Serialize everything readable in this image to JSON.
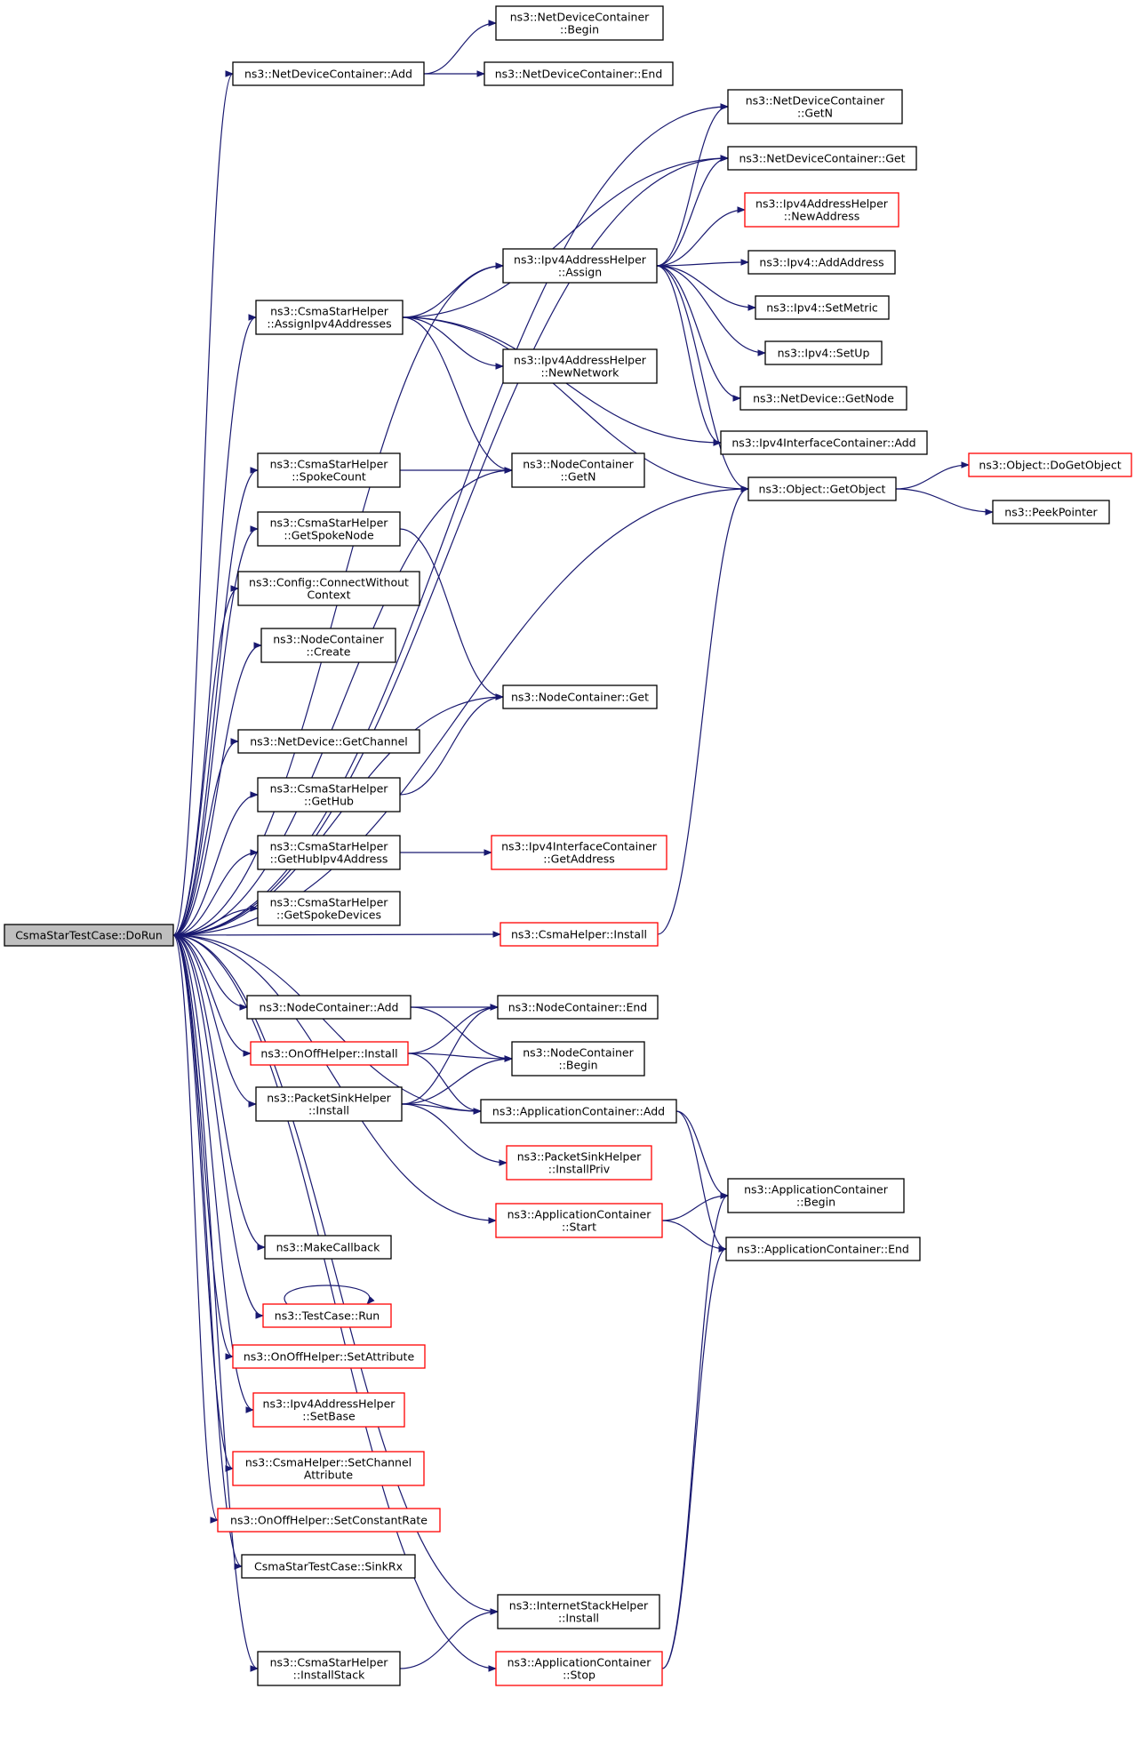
{
  "colors": {
    "edge": "#191970",
    "node_border_default": "#000000",
    "node_border_link": "#ff0000",
    "root_fill": "#bfbfbf",
    "node_fill": "#ffffff"
  },
  "nodes": [
    {
      "id": "root",
      "lines": [
        "CsmaStarTestCase::DoRun"
      ],
      "style": "root"
    },
    {
      "id": "ndc_add",
      "lines": [
        "ns3::NetDeviceContainer::Add"
      ],
      "style": "normal"
    },
    {
      "id": "ndc_begin",
      "lines": [
        "ns3::NetDeviceContainer",
        "::Begin"
      ],
      "style": "normal"
    },
    {
      "id": "ndc_end",
      "lines": [
        "ns3::NetDeviceContainer::End"
      ],
      "style": "normal"
    },
    {
      "id": "ndc_getn",
      "lines": [
        "ns3::NetDeviceContainer",
        "::GetN"
      ],
      "style": "normal"
    },
    {
      "id": "ndc_get",
      "lines": [
        "ns3::NetDeviceContainer::Get"
      ],
      "style": "normal"
    },
    {
      "id": "ipv4ah_newaddr",
      "lines": [
        "ns3::Ipv4AddressHelper",
        "::NewAddress"
      ],
      "style": "link"
    },
    {
      "id": "ipv4ah_assign",
      "lines": [
        "ns3::Ipv4AddressHelper",
        "::Assign"
      ],
      "style": "normal"
    },
    {
      "id": "ipv4_addaddr",
      "lines": [
        "ns3::Ipv4::AddAddress"
      ],
      "style": "normal"
    },
    {
      "id": "csh_assign",
      "lines": [
        "ns3::CsmaStarHelper",
        "::AssignIpv4Addresses"
      ],
      "style": "normal"
    },
    {
      "id": "ipv4_setmetric",
      "lines": [
        "ns3::Ipv4::SetMetric"
      ],
      "style": "normal"
    },
    {
      "id": "ipv4_setup",
      "lines": [
        "ns3::Ipv4::SetUp"
      ],
      "style": "normal"
    },
    {
      "id": "ipv4ah_newnet",
      "lines": [
        "ns3::Ipv4AddressHelper",
        "::NewNetwork"
      ],
      "style": "normal"
    },
    {
      "id": "nd_getnode",
      "lines": [
        "ns3::NetDevice::GetNode"
      ],
      "style": "normal"
    },
    {
      "id": "ipv4ic_add",
      "lines": [
        "ns3::Ipv4InterfaceContainer::Add"
      ],
      "style": "normal"
    },
    {
      "id": "nc_getn",
      "lines": [
        "ns3::NodeContainer",
        "::GetN"
      ],
      "style": "normal"
    },
    {
      "id": "csh_spokecount",
      "lines": [
        "ns3::CsmaStarHelper",
        "::SpokeCount"
      ],
      "style": "normal"
    },
    {
      "id": "obj_dogetobj",
      "lines": [
        "ns3::Object::DoGetObject"
      ],
      "style": "link"
    },
    {
      "id": "obj_getobj",
      "lines": [
        "ns3::Object::GetObject"
      ],
      "style": "normal"
    },
    {
      "id": "peekpointer",
      "lines": [
        "ns3::PeekPointer"
      ],
      "style": "normal"
    },
    {
      "id": "csh_getspokenode",
      "lines": [
        "ns3::CsmaStarHelper",
        "::GetSpokeNode"
      ],
      "style": "normal"
    },
    {
      "id": "cfg_connect",
      "lines": [
        "ns3::Config::ConnectWithout",
        "Context"
      ],
      "style": "normal"
    },
    {
      "id": "nc_create",
      "lines": [
        "ns3::NodeContainer",
        "::Create"
      ],
      "style": "normal"
    },
    {
      "id": "nc_get",
      "lines": [
        "ns3::NodeContainer::Get"
      ],
      "style": "normal"
    },
    {
      "id": "nd_getchannel",
      "lines": [
        "ns3::NetDevice::GetChannel"
      ],
      "style": "normal"
    },
    {
      "id": "csh_gethub",
      "lines": [
        "ns3::CsmaStarHelper",
        "::GetHub"
      ],
      "style": "normal"
    },
    {
      "id": "csh_gethubipv4",
      "lines": [
        "ns3::CsmaStarHelper",
        "::GetHubIpv4Address"
      ],
      "style": "normal"
    },
    {
      "id": "ipv4ic_getaddr",
      "lines": [
        "ns3::Ipv4InterfaceContainer",
        "::GetAddress"
      ],
      "style": "link"
    },
    {
      "id": "csh_getspokedev",
      "lines": [
        "ns3::CsmaStarHelper",
        "::GetSpokeDevices"
      ],
      "style": "normal"
    },
    {
      "id": "csmah_install",
      "lines": [
        "ns3::CsmaHelper::Install"
      ],
      "style": "link"
    },
    {
      "id": "nc_add",
      "lines": [
        "ns3::NodeContainer::Add"
      ],
      "style": "normal"
    },
    {
      "id": "nc_end",
      "lines": [
        "ns3::NodeContainer::End"
      ],
      "style": "normal"
    },
    {
      "id": "onoff_install",
      "lines": [
        "ns3::OnOffHelper::Install"
      ],
      "style": "link"
    },
    {
      "id": "nc_begin",
      "lines": [
        "ns3::NodeContainer",
        "::Begin"
      ],
      "style": "normal"
    },
    {
      "id": "psh_install",
      "lines": [
        "ns3::PacketSinkHelper",
        "::Install"
      ],
      "style": "normal"
    },
    {
      "id": "ac_add",
      "lines": [
        "ns3::ApplicationContainer::Add"
      ],
      "style": "normal"
    },
    {
      "id": "psh_installpriv",
      "lines": [
        "ns3::PacketSinkHelper",
        "::InstallPriv"
      ],
      "style": "link"
    },
    {
      "id": "ac_begin",
      "lines": [
        "ns3::ApplicationContainer",
        "::Begin"
      ],
      "style": "normal"
    },
    {
      "id": "ac_start",
      "lines": [
        "ns3::ApplicationContainer",
        "::Start"
      ],
      "style": "link"
    },
    {
      "id": "ac_end",
      "lines": [
        "ns3::ApplicationContainer::End"
      ],
      "style": "normal"
    },
    {
      "id": "makecallback",
      "lines": [
        "ns3::MakeCallback"
      ],
      "style": "normal"
    },
    {
      "id": "testcase_run",
      "lines": [
        "ns3::TestCase::Run"
      ],
      "style": "link"
    },
    {
      "id": "onoff_setattr",
      "lines": [
        "ns3::OnOffHelper::SetAttribute"
      ],
      "style": "link"
    },
    {
      "id": "ipv4ah_setbase",
      "lines": [
        "ns3::Ipv4AddressHelper",
        "::SetBase"
      ],
      "style": "link"
    },
    {
      "id": "csmah_setchattr",
      "lines": [
        "ns3::CsmaHelper::SetChannel",
        "Attribute"
      ],
      "style": "link"
    },
    {
      "id": "onoff_setrate",
      "lines": [
        "ns3::OnOffHelper::SetConstantRate"
      ],
      "style": "link"
    },
    {
      "id": "sinkrx",
      "lines": [
        "CsmaStarTestCase::SinkRx"
      ],
      "style": "normal"
    },
    {
      "id": "ish_install",
      "lines": [
        "ns3::InternetStackHelper",
        "::Install"
      ],
      "style": "normal"
    },
    {
      "id": "csh_installstack",
      "lines": [
        "ns3::CsmaStarHelper",
        "::InstallStack"
      ],
      "style": "normal"
    },
    {
      "id": "ac_stop",
      "lines": [
        "ns3::ApplicationContainer",
        "::Stop"
      ],
      "style": "link"
    }
  ],
  "edges": [
    [
      "root",
      "ndc_add"
    ],
    [
      "ndc_add",
      "ndc_begin"
    ],
    [
      "ndc_add",
      "ndc_end"
    ],
    [
      "root",
      "ndc_getn"
    ],
    [
      "root",
      "ndc_get"
    ],
    [
      "root",
      "ipv4ah_assign"
    ],
    [
      "root",
      "csh_assign"
    ],
    [
      "root",
      "obj_getobj"
    ],
    [
      "root",
      "nc_getn"
    ],
    [
      "root",
      "csh_spokecount"
    ],
    [
      "root",
      "csh_getspokenode"
    ],
    [
      "root",
      "cfg_connect"
    ],
    [
      "root",
      "nc_create"
    ],
    [
      "root",
      "nc_get"
    ],
    [
      "root",
      "nd_getchannel"
    ],
    [
      "root",
      "csh_gethub"
    ],
    [
      "root",
      "csh_gethubipv4"
    ],
    [
      "root",
      "csh_getspokedev"
    ],
    [
      "root",
      "csmah_install"
    ],
    [
      "root",
      "nc_add"
    ],
    [
      "root",
      "onoff_install"
    ],
    [
      "root",
      "psh_install"
    ],
    [
      "root",
      "ac_add"
    ],
    [
      "root",
      "ac_start"
    ],
    [
      "root",
      "makecallback"
    ],
    [
      "root",
      "testcase_run"
    ],
    [
      "root",
      "onoff_setattr"
    ],
    [
      "root",
      "ipv4ah_setbase"
    ],
    [
      "root",
      "csmah_setchattr"
    ],
    [
      "root",
      "onoff_setrate"
    ],
    [
      "root",
      "sinkrx"
    ],
    [
      "root",
      "ish_install"
    ],
    [
      "root",
      "csh_installstack"
    ],
    [
      "root",
      "ac_stop"
    ],
    [
      "ipv4ah_assign",
      "ndc_getn"
    ],
    [
      "ipv4ah_assign",
      "ndc_get"
    ],
    [
      "ipv4ah_assign",
      "ipv4ah_newaddr"
    ],
    [
      "ipv4ah_assign",
      "ipv4_addaddr"
    ],
    [
      "ipv4ah_assign",
      "ipv4_setmetric"
    ],
    [
      "ipv4ah_assign",
      "ipv4_setup"
    ],
    [
      "ipv4ah_assign",
      "nd_getnode"
    ],
    [
      "ipv4ah_assign",
      "ipv4ic_add"
    ],
    [
      "ipv4ah_assign",
      "obj_getobj"
    ],
    [
      "csh_assign",
      "ndc_get"
    ],
    [
      "csh_assign",
      "ipv4ah_assign"
    ],
    [
      "csh_assign",
      "ipv4ah_newnet"
    ],
    [
      "csh_assign",
      "nc_getn"
    ],
    [
      "csh_assign",
      "ipv4ic_add"
    ],
    [
      "csh_assign",
      "obj_getobj"
    ],
    [
      "csh_spokecount",
      "nc_getn"
    ],
    [
      "obj_getobj",
      "obj_dogetobj"
    ],
    [
      "obj_getobj",
      "peekpointer"
    ],
    [
      "csh_getspokenode",
      "nc_get"
    ],
    [
      "csh_gethub",
      "nc_get"
    ],
    [
      "csh_gethubipv4",
      "ipv4ic_getaddr"
    ],
    [
      "csmah_install",
      "obj_getobj"
    ],
    [
      "nc_add",
      "nc_begin"
    ],
    [
      "nc_add",
      "nc_end"
    ],
    [
      "onoff_install",
      "nc_begin"
    ],
    [
      "onoff_install",
      "nc_end"
    ],
    [
      "onoff_install",
      "ac_add"
    ],
    [
      "psh_install",
      "nc_begin"
    ],
    [
      "psh_install",
      "nc_end"
    ],
    [
      "psh_install",
      "ac_add"
    ],
    [
      "psh_install",
      "psh_installpriv"
    ],
    [
      "ac_add",
      "ac_begin"
    ],
    [
      "ac_add",
      "ac_end"
    ],
    [
      "ac_start",
      "ac_begin"
    ],
    [
      "ac_start",
      "ac_end"
    ],
    [
      "testcase_run",
      "testcase_run"
    ],
    [
      "csh_installstack",
      "ish_install"
    ],
    [
      "ac_stop",
      "ac_begin"
    ],
    [
      "ac_stop",
      "ac_end"
    ]
  ]
}
